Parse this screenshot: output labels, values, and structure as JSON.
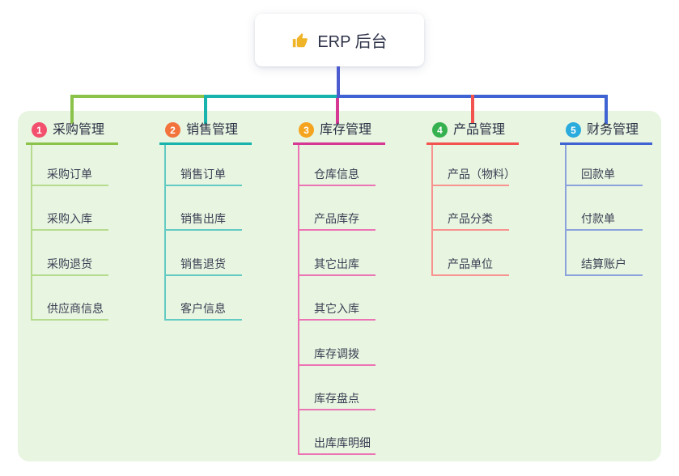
{
  "root": {
    "label": "ERP 后台",
    "icon": "thumbs-up-icon",
    "icon_color": "#f0b429"
  },
  "colors": {
    "page_background": "#ffffff",
    "panel_background": "#e8f5e1",
    "root_connector": "#4d5bd1",
    "root_text": "#2f3349",
    "branch_text": "#2c3145",
    "child_text": "#3b4054"
  },
  "branches": [
    {
      "badge": "1",
      "badge_color": "#f3506d",
      "label": "采购管理",
      "line_color": "#8bc34a",
      "child_line_color": "#b5dc8d",
      "children": [
        "采购订单",
        "采购入库",
        "采购退货",
        "供应商信息"
      ]
    },
    {
      "badge": "2",
      "badge_color": "#f2743c",
      "label": "销售管理",
      "line_color": "#18b3ac",
      "child_line_color": "#63cac4",
      "children": [
        "销售订单",
        "销售出库",
        "销售退货",
        "客户信息"
      ]
    },
    {
      "badge": "3",
      "badge_color": "#f5a41f",
      "label": "库存管理",
      "line_color": "#d63893",
      "child_line_color": "#ec74b5",
      "children": [
        "仓库信息",
        "产品库存",
        "其它出库",
        "其它入库",
        "库存调拨",
        "库存盘点",
        "出库库明细"
      ]
    },
    {
      "badge": "4",
      "badge_color": "#36b14f",
      "label": "产品管理",
      "line_color": "#f3534e",
      "child_line_color": "#f8938f",
      "children": [
        "产品（物料）",
        "产品分类",
        "产品单位"
      ]
    },
    {
      "badge": "5",
      "badge_color": "#2aabdd",
      "label": "财务管理",
      "line_color": "#3f63d2",
      "child_line_color": "#8ba2dc",
      "children": [
        "回款单",
        "付款单",
        "结算账户"
      ]
    }
  ]
}
